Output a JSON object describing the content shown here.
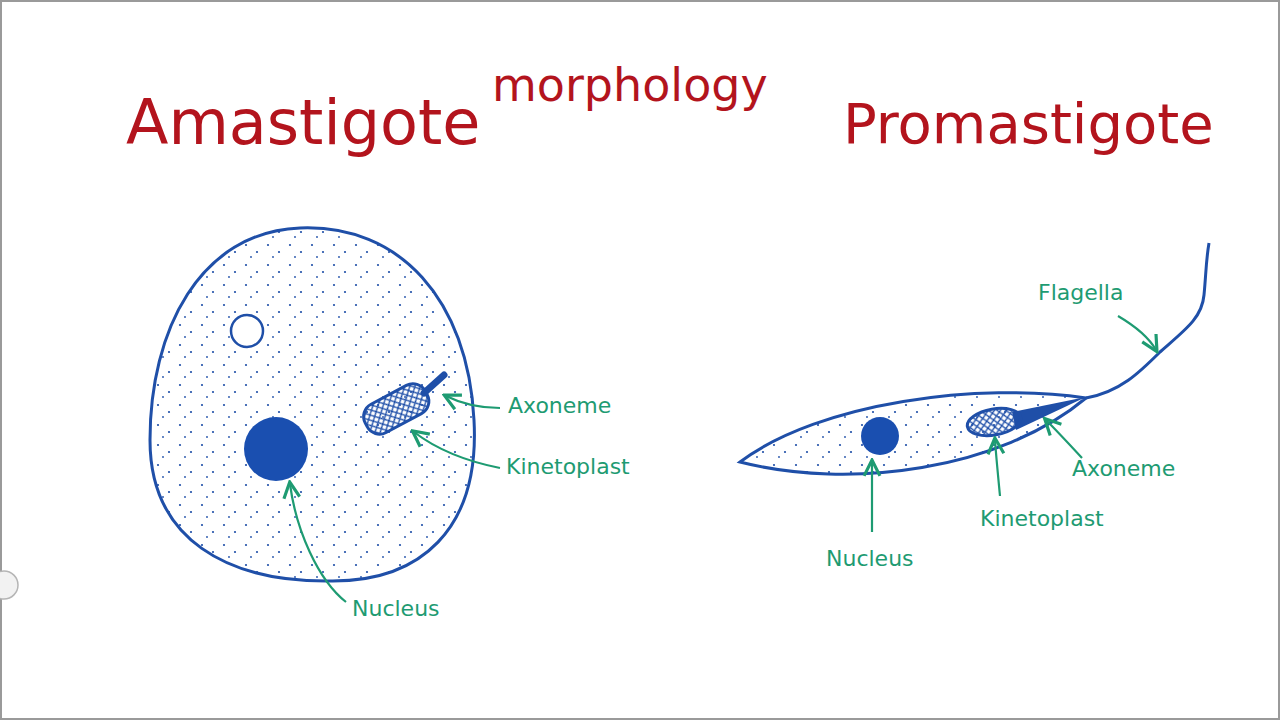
{
  "diagram": {
    "title": "morphology",
    "labels": [
      "Amastigote",
      "Promastigote",
      "Axoneme",
      "Kinetoplast",
      "Nucleus",
      "Flagella",
      "Axoneme",
      "Kinetoplast",
      "Nucleus"
    ]
  }
}
